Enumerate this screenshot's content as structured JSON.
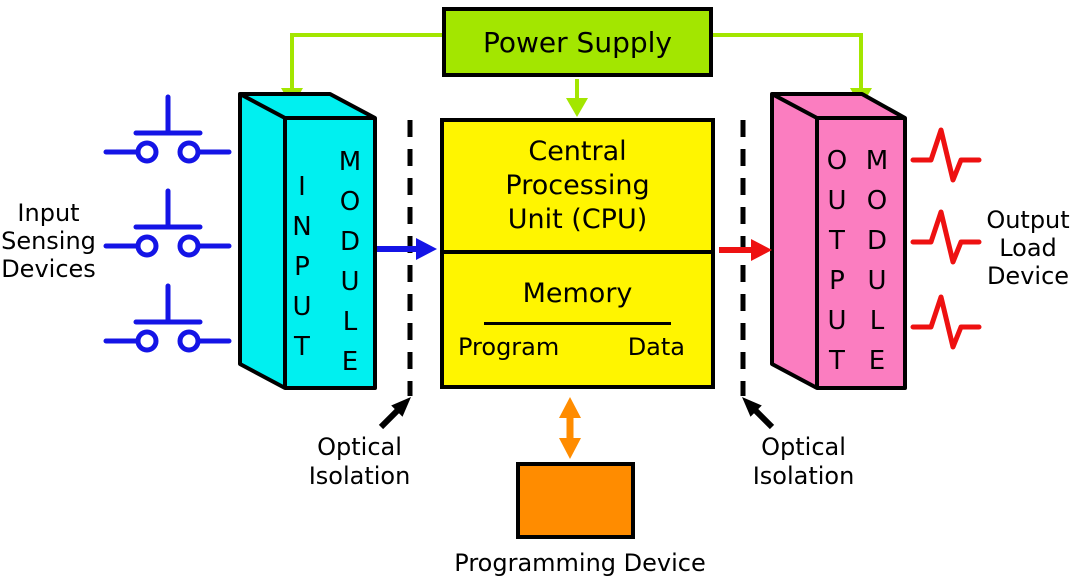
{
  "power_supply": {
    "label": "Power Supply"
  },
  "cpu": {
    "line1": "Central",
    "line2": "Processing",
    "line3": "Unit (CPU)",
    "memory": "Memory",
    "program": "Program",
    "data": "Data"
  },
  "input_module": {
    "word1": "INPUT",
    "word2": "MODULE"
  },
  "output_module": {
    "word1": "OUTPUT",
    "word2": "MODULE"
  },
  "programming_device": {
    "label": "Programming Device"
  },
  "input_sensing": {
    "line1": "Input",
    "line2": "Sensing",
    "line3": "Devices"
  },
  "output_load": {
    "line1": "Output",
    "line2": "Load",
    "line3": "Device"
  },
  "optical_isolation_left": {
    "line1": "Optical",
    "line2": "Isolation"
  },
  "optical_isolation_right": {
    "line1": "Optical",
    "line2": "Isolation"
  },
  "colors": {
    "power_green": "#a3e600",
    "cpu_yellow": "#fff500",
    "input_cyan": "#00f0f0",
    "output_pink": "#fb7dc0",
    "programming_orange": "#ff8c00",
    "input_signal_blue": "#1414e6",
    "output_signal_red": "#ee1111",
    "outline_black": "#000000"
  }
}
